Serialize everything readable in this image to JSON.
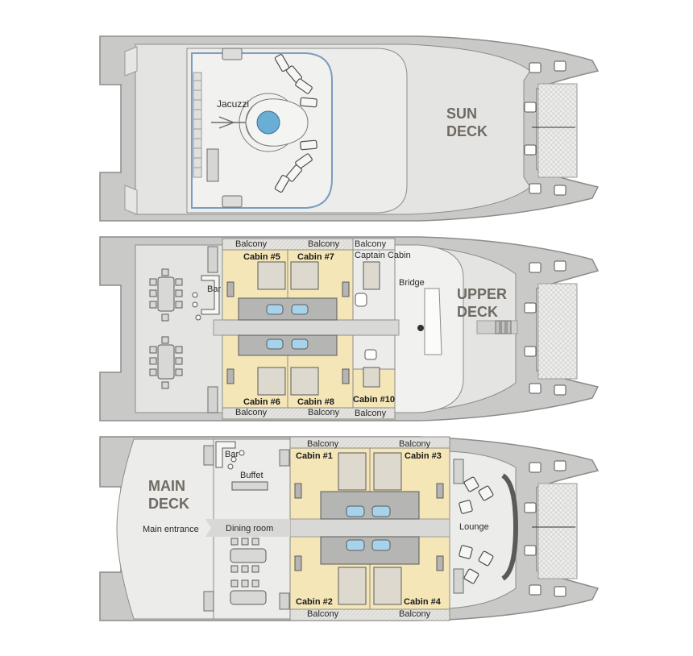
{
  "decks": {
    "sun": {
      "name_line1": "SUN",
      "name_line2": "DECK",
      "jacuzzi": "Jacuzzi"
    },
    "upper": {
      "name_line1": "UPPER",
      "name_line2": "DECK",
      "bar": "Bar",
      "bridge": "Bridge",
      "captain_cabin": "Captain Cabin",
      "balconies": [
        "Balcony",
        "Balcony",
        "Balcony",
        "Balcony",
        "Balcony",
        "Balcony"
      ],
      "cabins": [
        "Cabin #5",
        "Cabin #7",
        "Cabin #6",
        "Cabin #8",
        "Cabin #10"
      ]
    },
    "main": {
      "name_line1": "MAIN",
      "name_line2": "DECK",
      "main_entrance": "Main entrance",
      "bar": "Bar",
      "buffet": "Buffet",
      "dining_room": "Dining room",
      "lounge": "Lounge",
      "balconies": [
        "Balcony",
        "Balcony",
        "Balcony",
        "Balcony"
      ],
      "cabins": [
        "Cabin #1",
        "Cabin #3",
        "Cabin #2",
        "Cabin #4"
      ]
    }
  },
  "colors": {
    "hull": "#c9c9c7",
    "deck": "#e7e7e5",
    "cabin": "#f5e6b8",
    "outline": "#8c8c8a",
    "label": "#6f6a63",
    "pool": "#6aaed6"
  }
}
